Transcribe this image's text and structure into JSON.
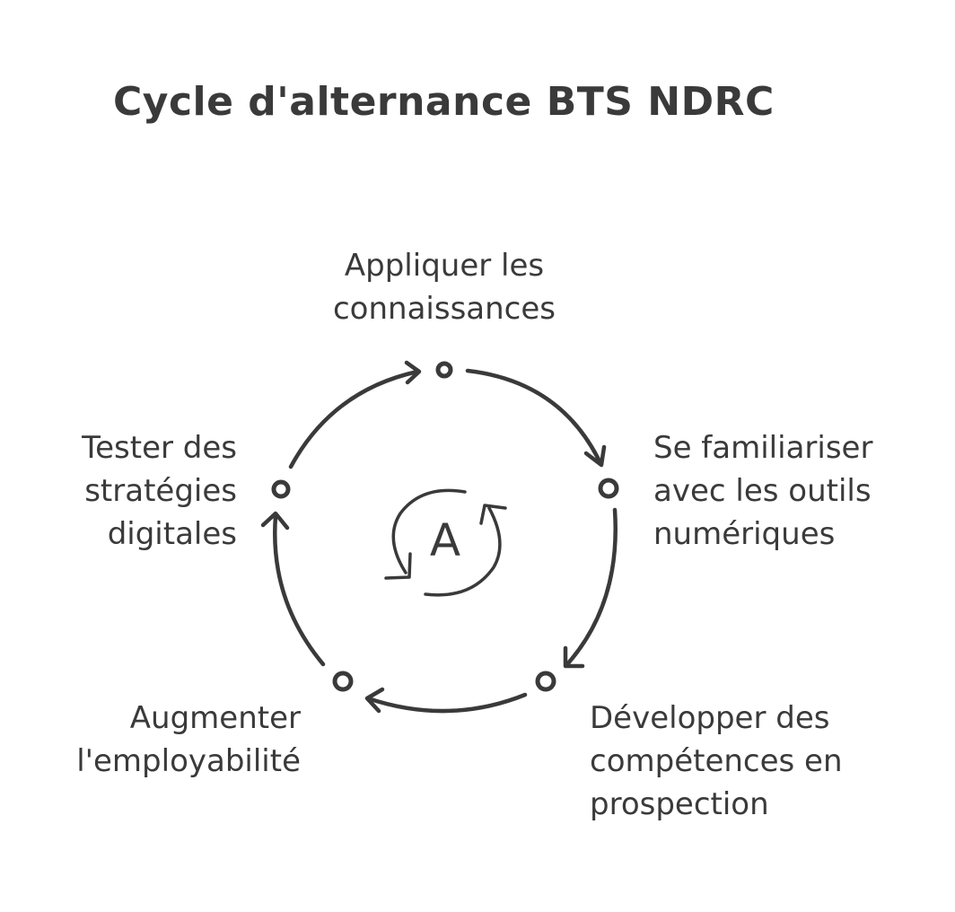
{
  "title": "Cycle d'alternance BTS NDRC",
  "center_letter": "A",
  "colors": {
    "ink": "#3a3a3a",
    "background": "#ffffff"
  },
  "center_icon": "cycle-arrows-icon",
  "steps": [
    {
      "lines": [
        "Appliquer les",
        "connaissances"
      ]
    },
    {
      "lines": [
        "Se familiariser",
        "avec les outils",
        "numériques"
      ]
    },
    {
      "lines": [
        "Développer des",
        "compétences en",
        "prospection"
      ]
    },
    {
      "lines": [
        "Augmenter",
        "l'employabilité"
      ]
    },
    {
      "lines": [
        "Tester des",
        "stratégies",
        "digitales"
      ]
    }
  ]
}
